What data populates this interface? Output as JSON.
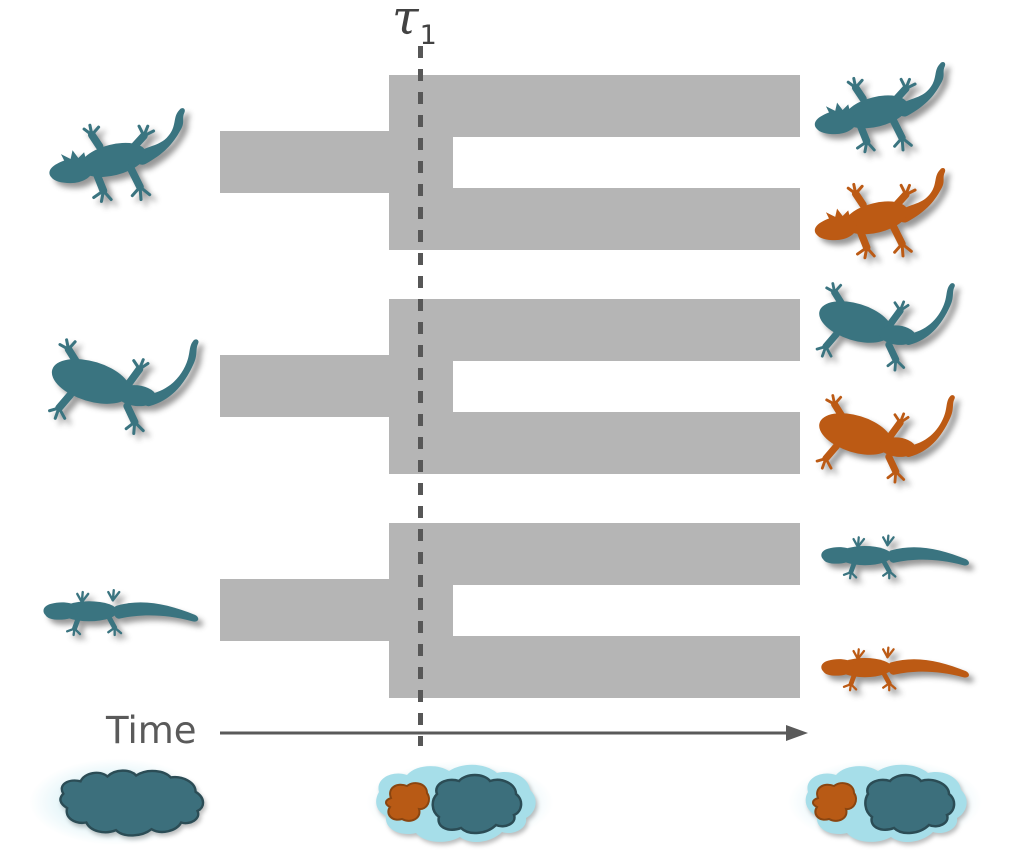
{
  "figure": {
    "divergence_label": {
      "symbol": "τ",
      "subscript": "1"
    },
    "time_axis_label": "Time"
  },
  "colors": {
    "teal": "#3a7480",
    "orange": "#bc5a14",
    "branch_gray": "#b5b5b5",
    "line_gray": "#5a5a5a",
    "line_dark": "#575757",
    "tau_color": "#424242",
    "island_teal": "#3c6f7c",
    "island_teal_outline": "#2b4c55",
    "island_orange": "#b85a15",
    "island_orange_outline": "#8a4510",
    "shallow_water": "#a6dee9"
  },
  "trees": [
    {
      "id": 1,
      "gecko_pose": "curled-tail",
      "ancestor_color": "teal",
      "descendant_colors": [
        "teal",
        "orange"
      ],
      "divergence_time": "τ1"
    },
    {
      "id": 2,
      "gecko_pose": "s-curve",
      "ancestor_color": "teal",
      "descendant_colors": [
        "teal",
        "orange"
      ],
      "divergence_time": "τ1"
    },
    {
      "id": 3,
      "gecko_pose": "slim-side",
      "ancestor_color": "teal",
      "descendant_colors": [
        "teal",
        "orange"
      ],
      "divergence_time": "τ1"
    }
  ],
  "islands": [
    {
      "position": "left",
      "landmasses": [
        "teal"
      ]
    },
    {
      "position": "middle",
      "landmasses": [
        "orange",
        "teal"
      ]
    },
    {
      "position": "right",
      "landmasses": [
        "orange",
        "teal"
      ]
    }
  ]
}
